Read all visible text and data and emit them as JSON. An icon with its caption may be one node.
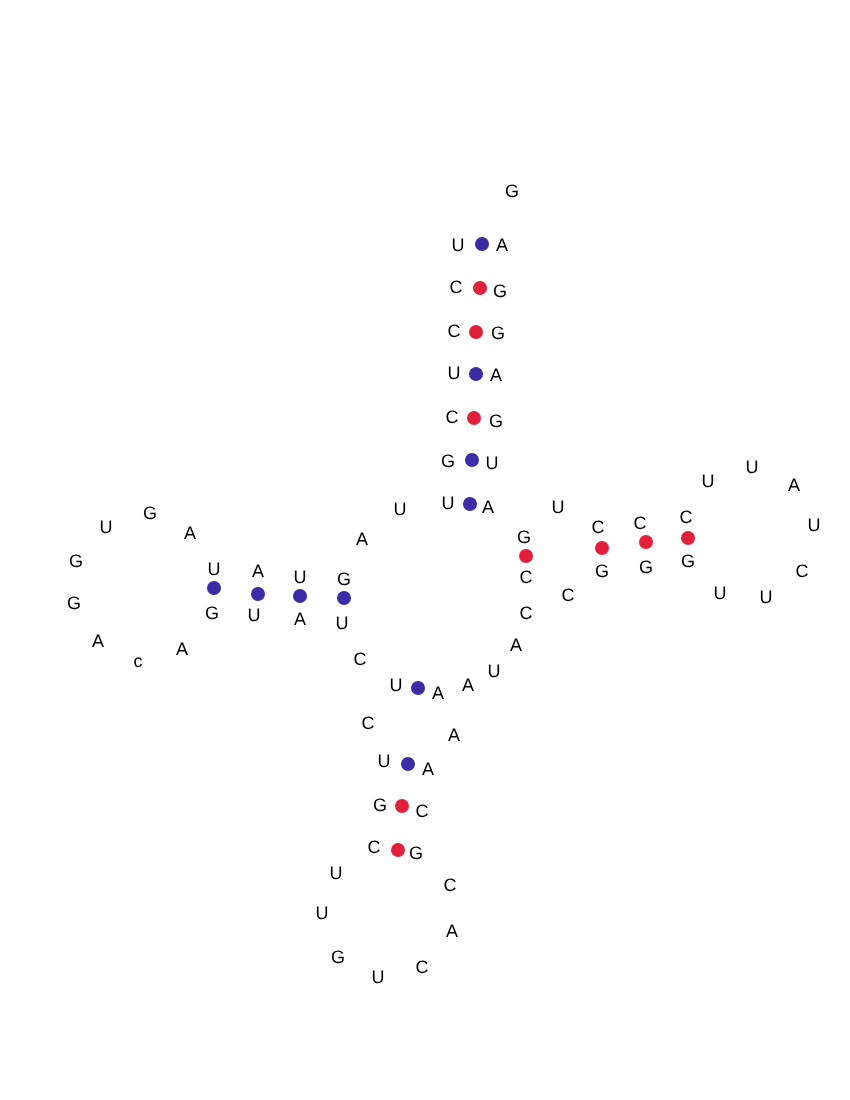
{
  "diagram": {
    "labels": [
      "G",
      "U",
      "A",
      "C",
      "G",
      "C",
      "G",
      "U",
      "A",
      "C",
      "G",
      "G",
      "U",
      "U",
      "U",
      "A",
      "U",
      "A",
      "U",
      "U",
      "G",
      "C",
      "C",
      "U",
      "U",
      "C",
      "A",
      "G",
      "A",
      "G",
      "G",
      "U",
      "G",
      "A",
      "C",
      "G",
      "C",
      "U",
      "G",
      "U",
      "C",
      "U",
      "G",
      "G",
      "C",
      "U",
      "A",
      "U",
      "A",
      "A",
      "A",
      "C",
      "c",
      "U",
      "U",
      "A",
      "A",
      "C",
      "A",
      "U",
      "A",
      "G",
      "C",
      "C",
      "G",
      "U",
      "C",
      "U",
      "A",
      "G",
      "C",
      "U"
    ]
  }
}
